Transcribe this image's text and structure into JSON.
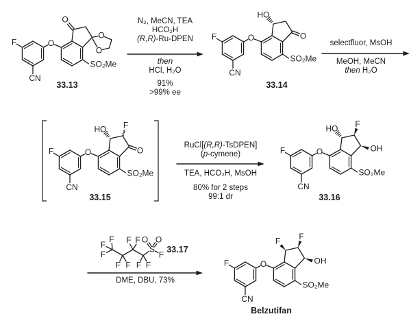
{
  "symbols": {
    "F": "F",
    "O": "O",
    "S": "S",
    "CN": "CN",
    "HO": "HO",
    "OH": "OH",
    "SO2Me": "SO₂Me"
  },
  "compounds": {
    "c13": {
      "label": "33.13"
    },
    "c14": {
      "label": "33.14"
    },
    "c15": {
      "label": "33.15"
    },
    "c16": {
      "label": "33.16"
    },
    "c17": {
      "label": "33.17"
    },
    "final": {
      "label": "Belzutifan"
    }
  },
  "steps": {
    "step1": {
      "above1": "N₂, MeCN, TEA",
      "above2": "HCO₂H",
      "above3_italic": "(R,R)",
      "above3_rest": "-Ru-DPEN",
      "below_italic": "then",
      "below2": "HCl, H₂O",
      "yield1": "91%",
      "yield2": ">99% ee"
    },
    "step2": {
      "above1": "selectfluor, MsOH",
      "below1": "MeOH, MeCN",
      "below2_italic": "then",
      "below2_rest": " H₂O"
    },
    "step3": {
      "above1_pre": "RuCl[",
      "above1_italic": "(R,R)",
      "above1_rest": "-TsDPEN]",
      "above2_pre": "(",
      "above2_italic": "p",
      "above2_rest": "-cymene)",
      "below1": "TEA, HCO₂H, MsOH",
      "yield1": "80% for 2 steps",
      "yield2": "99:1 dr"
    },
    "step4": {
      "below1": "DME, DBU, 73%"
    }
  }
}
